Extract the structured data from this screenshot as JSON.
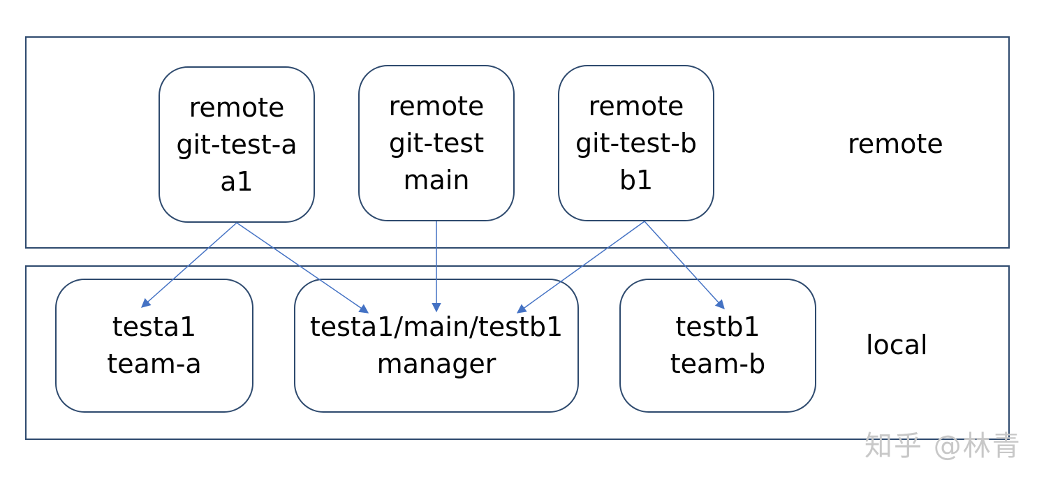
{
  "groups": {
    "remote": {
      "label": "remote"
    },
    "local": {
      "label": "local"
    }
  },
  "nodes": {
    "remote_a": {
      "lines": [
        "remote",
        "git-test-a",
        "a1"
      ]
    },
    "remote_main": {
      "lines": [
        "remote",
        "git-test",
        "main"
      ]
    },
    "remote_b": {
      "lines": [
        "remote",
        "git-test-b",
        "b1"
      ]
    },
    "local_a": {
      "lines": [
        "testa1",
        "team-a"
      ]
    },
    "local_mgr": {
      "lines": [
        "testa1/main/testb1",
        "manager"
      ]
    },
    "local_b": {
      "lines": [
        "testb1",
        "team-b"
      ]
    }
  },
  "edges": [
    {
      "from": "remote_a",
      "to": "local_a"
    },
    {
      "from": "remote_a",
      "to": "local_mgr"
    },
    {
      "from": "remote_main",
      "to": "local_mgr"
    },
    {
      "from": "remote_b",
      "to": "local_mgr"
    },
    {
      "from": "remote_b",
      "to": "local_b"
    }
  ],
  "colors": {
    "border": "#2e4a6e",
    "arrow": "#4472c4",
    "watermark": "#c8c8c8"
  },
  "watermark": "知乎 @林青"
}
